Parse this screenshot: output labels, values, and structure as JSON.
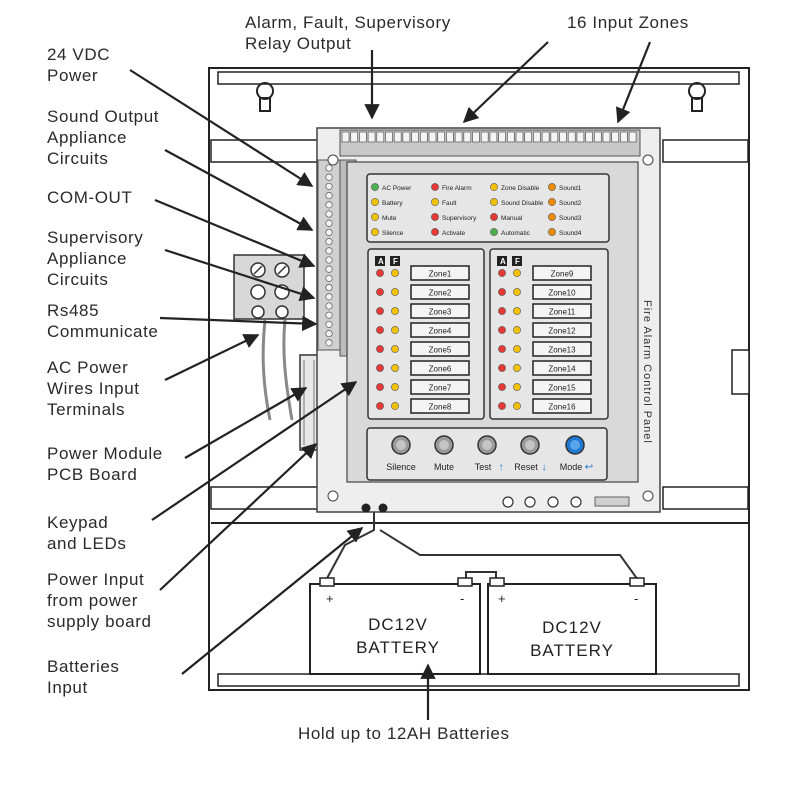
{
  "callouts": {
    "top_relay": "Alarm, Fault, Supervisory\nRelay Output",
    "top_zones": "16 Input Zones",
    "power_24v": "24 VDC\nPower",
    "sound_output": "Sound Output\nAppliance\nCircuits",
    "com_out": "COM-OUT",
    "supervisory": "Supervisory\nAppliance\nCircuits",
    "rs485": "Rs485\nCommunicate",
    "ac_power": "AC Power\nWires Input\nTerminals",
    "power_module": "Power Module\nPCB Board",
    "keypad": "Keypad\nand LEDs",
    "power_input": "Power Input\nfrom power\nsupply board",
    "batteries_input": "Batteries\nInput",
    "hold_up": "Hold up to 12AH Batteries"
  },
  "panel": {
    "vertical_title": "Fire Alarm Control Panel",
    "status_leds": [
      {
        "label": "AC Power",
        "color": "#4caf50"
      },
      {
        "label": "Fire Alarm",
        "color": "#e53935"
      },
      {
        "label": "Zone Disable",
        "color": "#f2c200"
      },
      {
        "label": "Sound1",
        "color": "#f08a00"
      },
      {
        "label": "Battery",
        "color": "#f2c200"
      },
      {
        "label": "Fault",
        "color": "#f2c200"
      },
      {
        "label": "Sound Disable",
        "color": "#f2c200"
      },
      {
        "label": "Sound2",
        "color": "#f08a00"
      },
      {
        "label": "Mute",
        "color": "#f2c200"
      },
      {
        "label": "Supervisory",
        "color": "#e53935"
      },
      {
        "label": "Manual",
        "color": "#e53935"
      },
      {
        "label": "Sound3",
        "color": "#f08a00"
      },
      {
        "label": "Silence",
        "color": "#f2c200"
      },
      {
        "label": "Activate",
        "color": "#e53935"
      },
      {
        "label": "Automatic",
        "color": "#4caf50"
      },
      {
        "label": "Sound4",
        "color": "#f08a00"
      }
    ],
    "zone_header_a": "A",
    "zone_header_f": "F",
    "zones_left": [
      "Zone1",
      "Zone2",
      "Zone3",
      "Zone4",
      "Zone5",
      "Zone6",
      "Zone7",
      "Zone8"
    ],
    "zones_right": [
      "Zone9",
      "Zone10",
      "Zone11",
      "Zone12",
      "Zone13",
      "Zone14",
      "Zone15",
      "Zone16"
    ],
    "keypad": [
      {
        "label": "Silence",
        "arrow": ""
      },
      {
        "label": "Mute",
        "arrow": ""
      },
      {
        "label": "Test",
        "arrow": "↑"
      },
      {
        "label": "Reset",
        "arrow": "↓"
      },
      {
        "label": "Mode",
        "arrow": "↩"
      }
    ]
  },
  "battery": {
    "left_plus": "+",
    "left_minus": "-",
    "right_plus": "+",
    "right_minus": "-",
    "line1": "DC12V",
    "line2": "BATTERY"
  },
  "colors": {
    "led_red": "#e53935",
    "led_yellow": "#f2c200",
    "mode_button": "#1f78d1",
    "panel_gray": "#dcdcdc"
  }
}
